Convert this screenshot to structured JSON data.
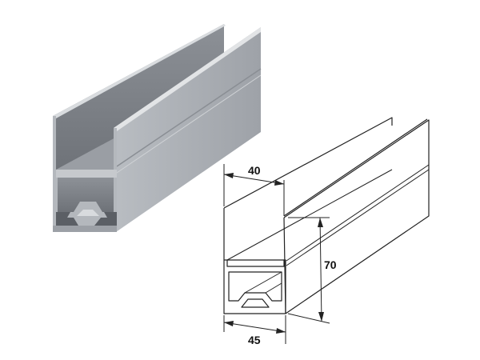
{
  "diagram": {
    "dimensions": {
      "width_top": "40",
      "height": "70",
      "width_bottom": "45"
    },
    "colors": {
      "metal_light": "#c9ccd0",
      "metal_mid": "#a9adb2",
      "metal_dark": "#7d8187",
      "metal_shadow": "#4a4d52",
      "ink": "#222222"
    }
  }
}
